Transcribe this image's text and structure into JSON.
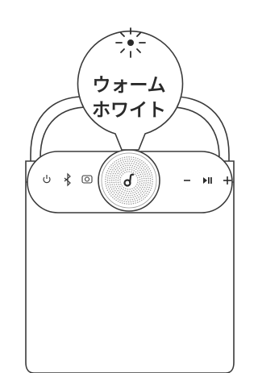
{
  "callout": {
    "line1": "ウォーム",
    "line2": "ホワイト",
    "icon": "light-on-icon"
  },
  "control_panel": {
    "buttons": [
      {
        "name": "power-button",
        "icon": "power-icon"
      },
      {
        "name": "bluetooth-button",
        "icon": "bluetooth-icon"
      },
      {
        "name": "light-button",
        "icon": "light-mode-icon"
      },
      {
        "name": "soundcore-button",
        "icon": "soundcore-logo-icon"
      },
      {
        "name": "volume-down-button",
        "icon": "minus-icon"
      },
      {
        "name": "play-pause-button",
        "icon": "play-pause-icon"
      },
      {
        "name": "volume-up-button",
        "icon": "plus-icon"
      }
    ]
  },
  "colors": {
    "outline": "#3a3a3a",
    "grille": "#9a9a9a",
    "text": "#2a2a2a",
    "background": "#ffffff"
  }
}
